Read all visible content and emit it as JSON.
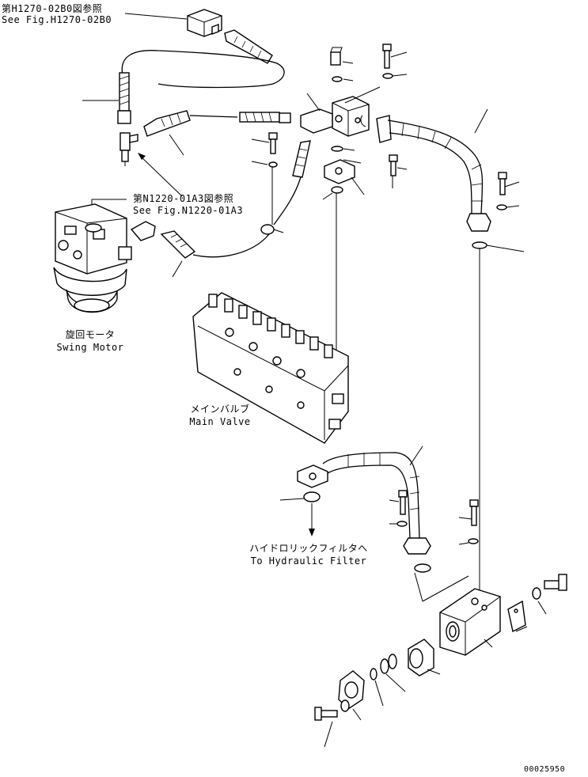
{
  "refs": {
    "h1270_jp": "第H1270-02B0図参照",
    "h1270_en": "See Fig.H1270-02B0",
    "n1220_jp": "第N1220-01A3図参照",
    "n1220_en": "See Fig.N1220-01A3"
  },
  "components": {
    "swing_motor_jp": "旋回モータ",
    "swing_motor_en": "Swing Motor",
    "main_valve_jp": "メインバルブ",
    "main_valve_en": "Main Valve",
    "filter_jp": "ハイドロリックフィルタへ",
    "filter_en": "To Hydraulic Filter"
  },
  "footer": {
    "drawing_number": "00025950"
  }
}
